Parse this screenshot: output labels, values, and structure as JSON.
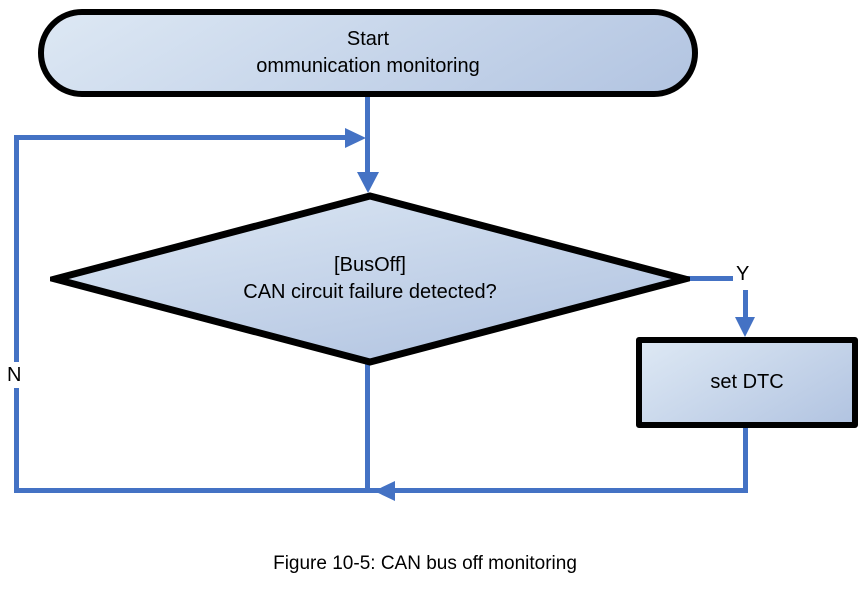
{
  "figure": {
    "caption": "Figure 10-5: CAN bus off monitoring"
  },
  "flowchart": {
    "start": {
      "type": "terminator",
      "line1": "Start",
      "line2": "ommunication monitoring"
    },
    "decision": {
      "type": "decision",
      "line1": "[BusOff]",
      "line2": "CAN circuit failure detected?"
    },
    "process": {
      "type": "process",
      "label": "set DTC"
    },
    "branch_yes": "Y",
    "branch_no": "N"
  },
  "colors": {
    "connector": "#4472C4",
    "node_border": "#000000",
    "node_fill_light": "#dde8f4",
    "node_fill_dark": "#b2c4e1",
    "text": "#000000"
  }
}
